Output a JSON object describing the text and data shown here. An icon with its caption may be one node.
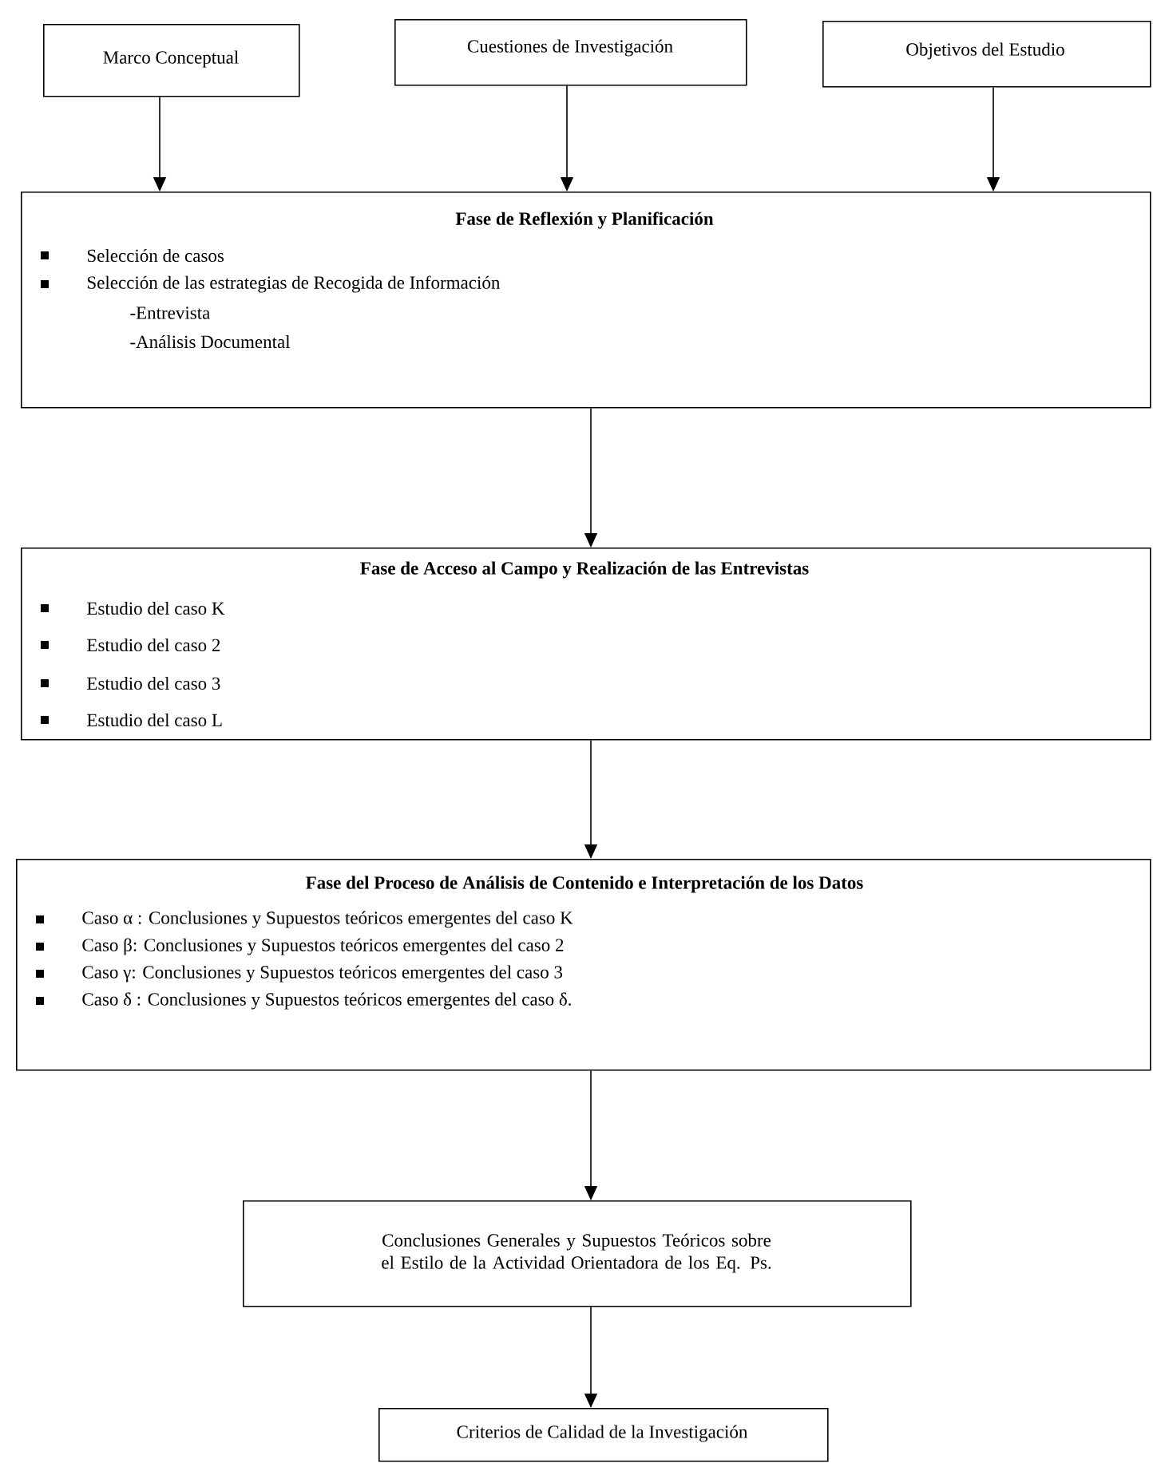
{
  "diagram": {
    "nodes": [
      {
        "text": [
          "Marco Conceptual"
        ]
      },
      {
        "text": [
          "Cuestiones de Investigación"
        ]
      },
      {
        "text": [
          "Objetivos del Estudio"
        ]
      },
      {
        "text": [
          "Fase de Reflexión y Planificación",
          "Selección de casos",
          "Selección de las estrategias de Recogida de Información",
          "-Entrevista",
          "-Análisis Documental"
        ]
      },
      {
        "text": [
          "Fase de Acceso al Campo y Realización de las Entrevistas",
          "Estudio del caso K",
          "Estudio del caso 2",
          "Estudio del caso 3",
          "Estudio del caso L"
        ]
      },
      {
        "text": [
          "Fase del Proceso de Análisis de Contenido e Interpretación de los Datos",
          "Caso α : Conclusiones y Supuestos teóricos emergentes del caso K",
          "Caso β: Conclusiones y Supuestos teóricos emergentes del caso 2",
          "Caso γ: Conclusiones y Supuestos teóricos emergentes del caso 3",
          "Caso δ : Conclusiones y Supuestos teóricos emergentes del caso δ."
        ]
      },
      {
        "text": [
          "Conclusiones Generales y Supuestos Teóricos sobre el Estilo de la Actividad Orientadora de los Eq. Ps."
        ]
      },
      {
        "text": [
          "Criterios de Calidad de la Investigación"
        ]
      }
    ],
    "edges": [
      {
        "from": 0,
        "to": 3,
        "arrow": "to"
      },
      {
        "from": 1,
        "to": 3,
        "arrow": "to"
      },
      {
        "from": 2,
        "to": 3,
        "arrow": "to"
      },
      {
        "from": 3,
        "to": 4,
        "arrow": "to"
      },
      {
        "from": 4,
        "to": 5,
        "arrow": "to"
      },
      {
        "from": 5,
        "to": 6,
        "arrow": "to"
      },
      {
        "from": 6,
        "to": 7,
        "arrow": "to"
      }
    ]
  }
}
